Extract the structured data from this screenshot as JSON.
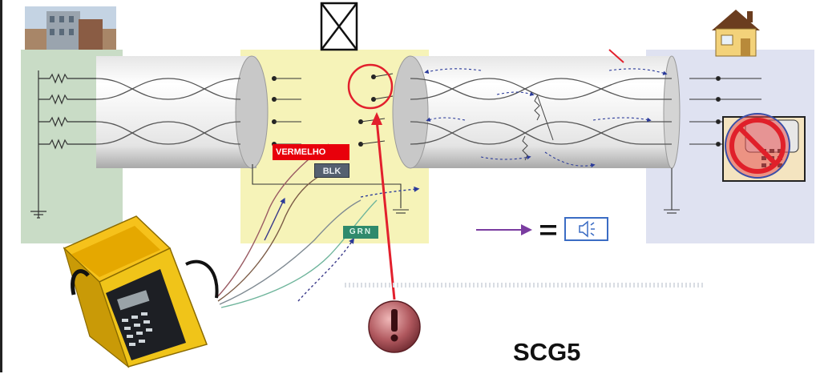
{
  "diagram": {
    "labels": {
      "red_wire": "VERMELHO",
      "black_wire": "BLK",
      "green_wire": "GRN",
      "code": "SCG5"
    },
    "icons": {
      "left_building": "building-photo-icon",
      "middle_box": "crossed-box-icon",
      "right_house": "house-icon",
      "speaker": "speaker-icon",
      "warning": "exclamation-icon",
      "no_phone": "no-telephone-icon",
      "tester": "cable-tester-icon"
    },
    "colors": {
      "left_panel": "#c9dcc6",
      "middle_panel": "#f6f3b8",
      "right_panel": "#dfe2f1",
      "pointer": "#e2202d",
      "arrow": "#7a3ca0",
      "tester": "#f0c419"
    }
  }
}
